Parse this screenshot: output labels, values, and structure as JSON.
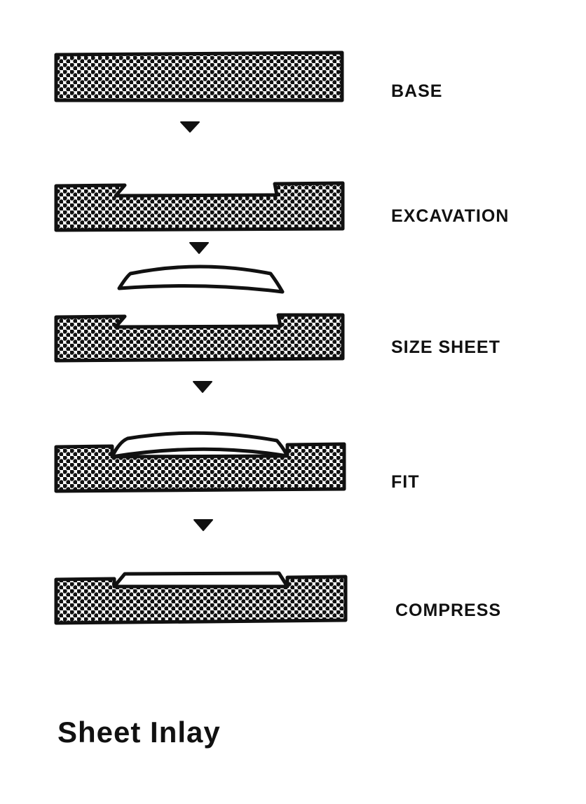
{
  "diagram": {
    "title": "Sheet Inlay",
    "steps": [
      {
        "label": "BASE"
      },
      {
        "label": "EXCAVATION"
      },
      {
        "label": "SIZE SHEET"
      },
      {
        "label": "FIT"
      },
      {
        "label": "COMPRESS"
      }
    ],
    "colors": {
      "ink": "#111111",
      "background": "#ffffff"
    }
  }
}
